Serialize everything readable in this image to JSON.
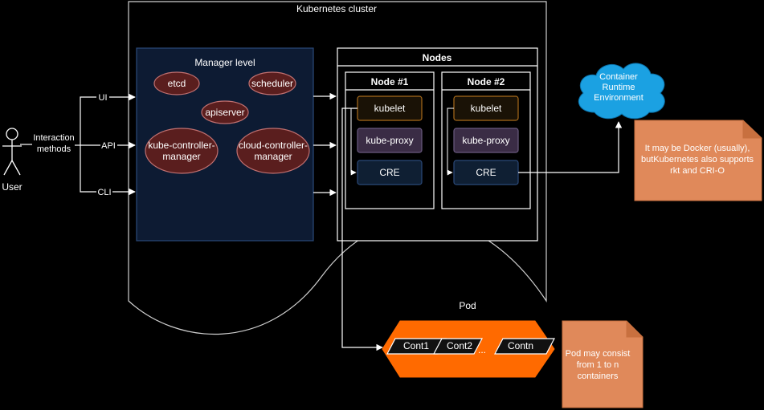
{
  "user": {
    "label": "User"
  },
  "interaction": {
    "label_line1": "Interaction",
    "label_line2": "methods"
  },
  "channels": {
    "ui": "UI",
    "api": "API",
    "cli": "CLI"
  },
  "cluster": {
    "title": "Kubernetes cluster"
  },
  "manager": {
    "title": "Manager level",
    "components": {
      "etcd": "etcd",
      "scheduler": "scheduler",
      "apiserver": "apiserver",
      "kcm_line1": "kube-controller-",
      "kcm_line2": "manager",
      "ccm_line1": "cloud-controller-",
      "ccm_line2": "manager"
    }
  },
  "nodes": {
    "title": "Nodes",
    "node1": {
      "title": "Node #1",
      "kubelet": "kubelet",
      "proxy": "kube-proxy",
      "cre": "CRE"
    },
    "node2": {
      "title": "Node #2",
      "kubelet": "kubelet",
      "proxy": "kube-proxy",
      "cre": "CRE"
    }
  },
  "cre_cloud": {
    "line1": "Container",
    "line2": "Runtime",
    "line3": "Environment"
  },
  "note_runtime": {
    "line1": "It may be Docker (usually),",
    "line2": "butKubernetes also supports",
    "line3": "rkt and CRI-O"
  },
  "pod": {
    "title": "Pod",
    "containers": [
      "Cont1",
      "Cont2",
      "Contn"
    ],
    "ellipsis": "..."
  },
  "note_pod": {
    "line1": "Pod may consist",
    "line2": "from 1 to n",
    "line3": "containers"
  },
  "colors": {
    "manager_fill": "#0d1b33",
    "manager_stroke": "#2b4a7a",
    "ellipse_fill": "#5a1e1e",
    "ellipse_stroke": "#c07070",
    "kubelet_stroke": "#a86a1a",
    "proxy_fill": "#3a2c45",
    "cre_fill": "#0f1f33",
    "cloud_fill": "#1ba1e2",
    "note_fill": "#e0895a",
    "pod_fill": "#ff6a00"
  }
}
